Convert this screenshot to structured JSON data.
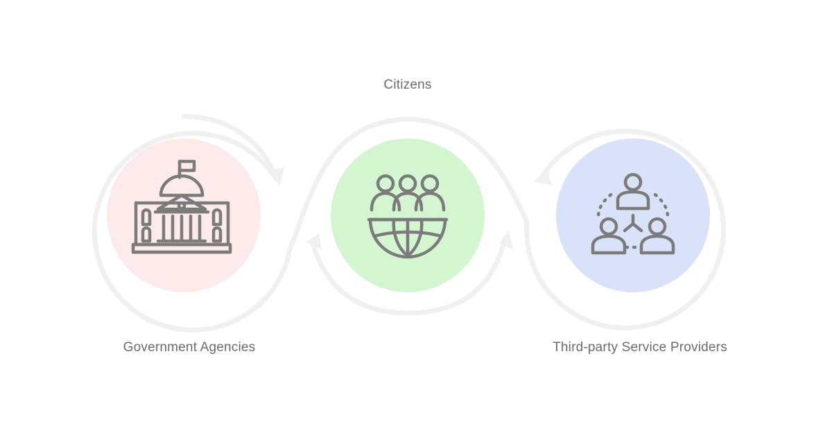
{
  "nodes": [
    {
      "id": "government",
      "label": "Government Agencies",
      "icon": "government-building-icon",
      "fill": "#fcebea"
    },
    {
      "id": "citizens",
      "label": "Citizens",
      "icon": "people-globe-icon",
      "fill": "#d3f5d0"
    },
    {
      "id": "third_party",
      "label": "Third-party Service Providers",
      "icon": "network-people-icon",
      "fill": "#d9e2f8"
    }
  ],
  "colors": {
    "icon_stroke": "#7b7b7b",
    "flow_path": "#f0f0f0",
    "label_text": "#6b6b6b"
  }
}
